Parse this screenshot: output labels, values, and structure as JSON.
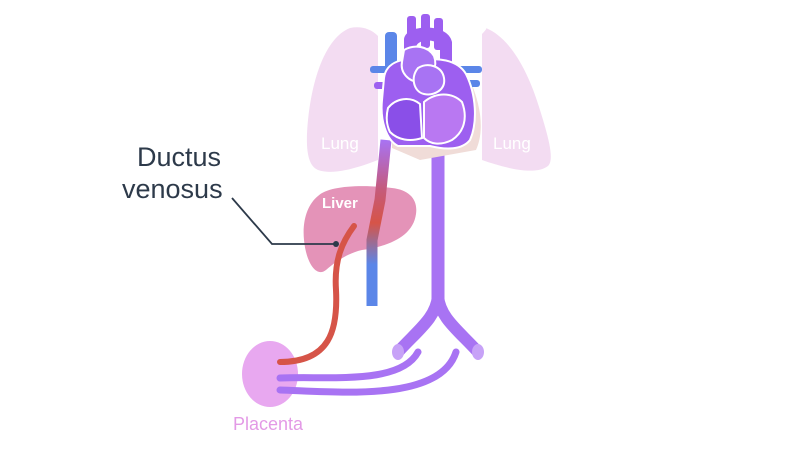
{
  "labels": {
    "ductus_line1": "Ductus",
    "ductus_line2": "venosus",
    "lung_left": "Lung",
    "lung_right": "Lung",
    "liver": "Liver",
    "placenta": "Placenta"
  },
  "colors": {
    "lung": "#f3dcf2",
    "liver": "#e493b8",
    "placenta": "#e8a8f0",
    "vessel_purple": "#a873f3",
    "heart_purple": "#9d5ff0",
    "vein_blue": "#5b86e8",
    "oxygenated_red": "#d65448",
    "text_dark": "#2d3a4a",
    "placenta_text": "#e39ae6"
  }
}
